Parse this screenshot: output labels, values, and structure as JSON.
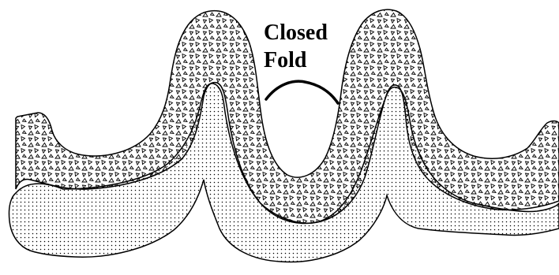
{
  "diagram": {
    "label_line1": "Closed",
    "label_line2": "Fold",
    "colors": {
      "background": "#ffffff",
      "outline": "#000000",
      "stipple": "#000000"
    },
    "layers": [
      {
        "name": "stippled-lower-layer",
        "pattern": "dotted"
      },
      {
        "name": "triangle-upper-layer",
        "pattern": "triangles"
      }
    ]
  }
}
